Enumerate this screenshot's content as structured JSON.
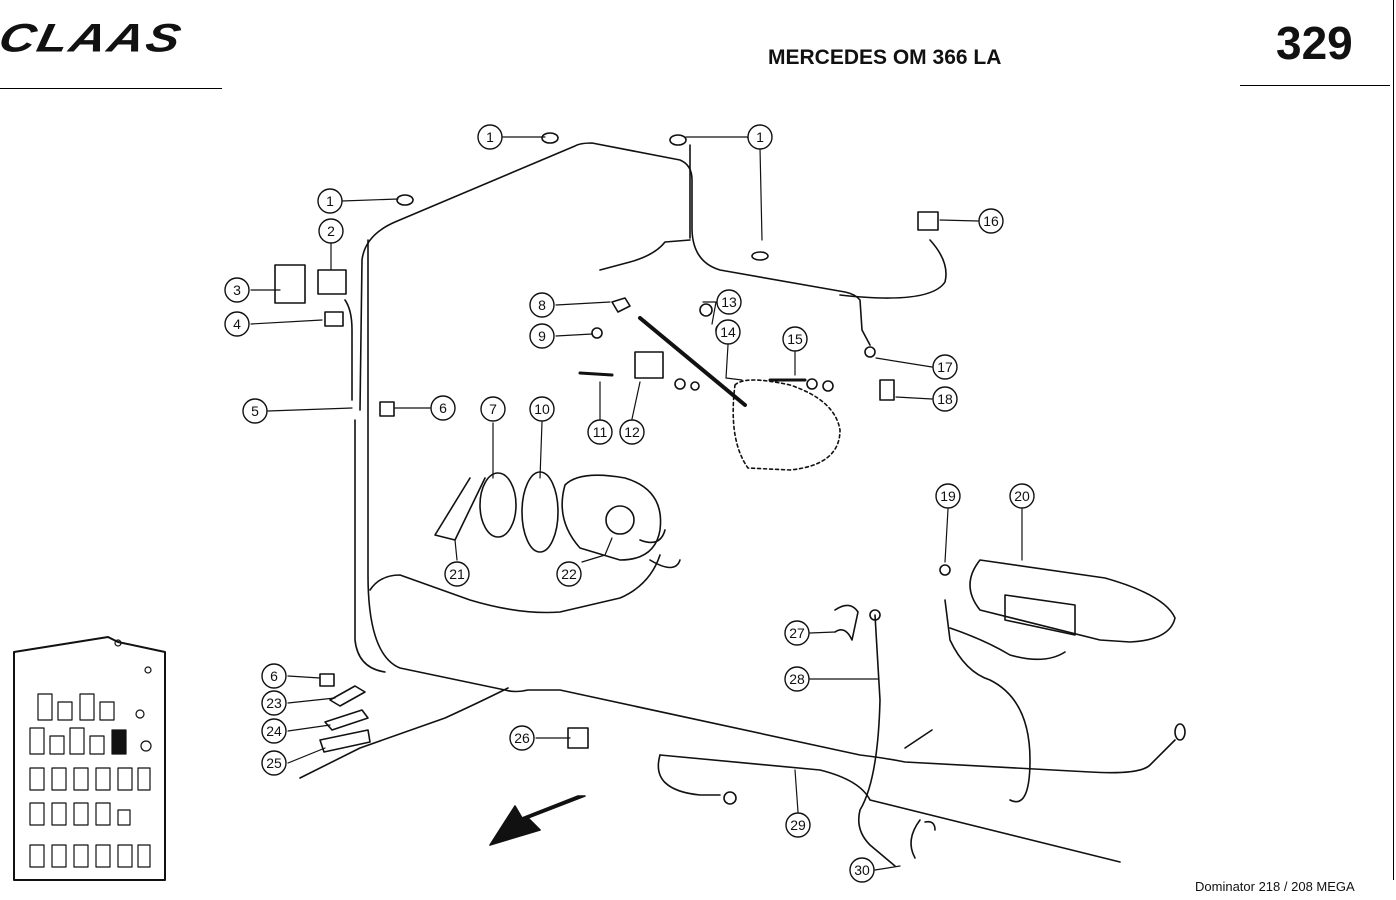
{
  "header": {
    "brand": "CLAAS",
    "title": "MERCEDES OM 366 LA",
    "page_number": "329"
  },
  "footer": {
    "model": "Dominator 218 / 208 MEGA"
  },
  "callouts": {
    "c1a": "1",
    "c1b": "1",
    "c1c": "1",
    "c2": "2",
    "c3": "3",
    "c4": "4",
    "c5": "5",
    "c6a": "6",
    "c6b": "6",
    "c7": "7",
    "c8": "8",
    "c9": "9",
    "c10": "10",
    "c11": "11",
    "c12": "12",
    "c13": "13",
    "c14": "14",
    "c15": "15",
    "c16": "16",
    "c17": "17",
    "c18": "18",
    "c19": "19",
    "c20": "20",
    "c21": "21",
    "c22": "22",
    "c23": "23",
    "c24": "24",
    "c25": "25",
    "c26": "26",
    "c27": "27",
    "c28": "28",
    "c29": "29",
    "c30": "30"
  },
  "colors": {
    "ink": "#111111",
    "paper": "#ffffff"
  }
}
